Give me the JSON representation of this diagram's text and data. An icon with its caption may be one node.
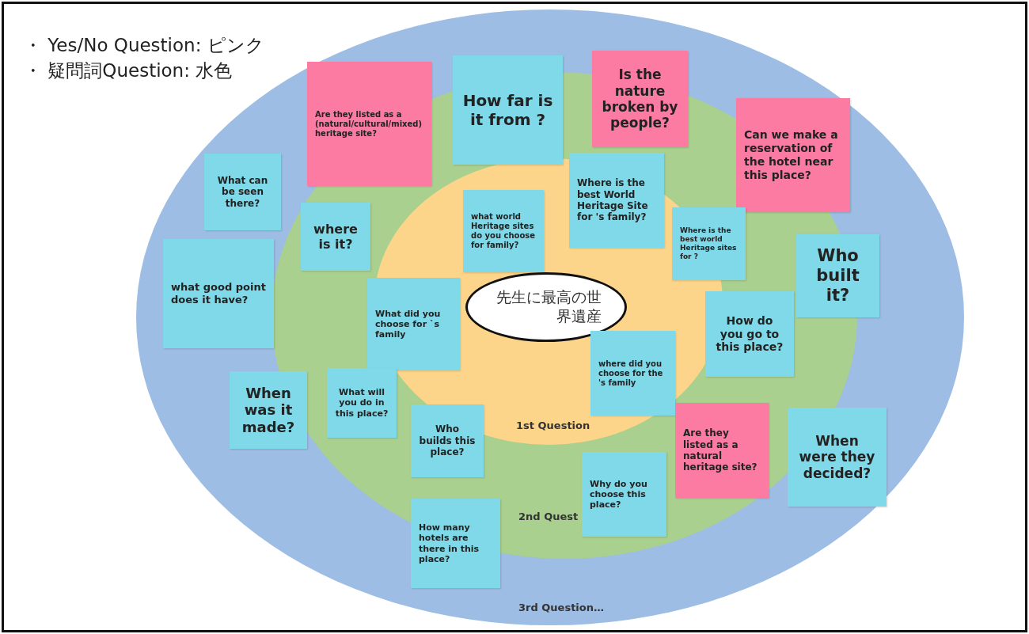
{
  "diagram": {
    "nodes": [
      {
        "text": [
          "3rd Question…"
        ]
      },
      {
        "text": [
          "2nd Quest"
        ],
        "in": 0
      },
      {
        "text": [
          "1st Question"
        ],
        "in": 1
      },
      {
        "text": [
          "先生に最高の世界遺産"
        ],
        "in": 2
      },
      {
        "text": [
          "Are they listed as a (natural/cultural/mixed) heritage site?"
        ],
        "in": 0
      },
      {
        "text": [
          "How far is it from ?"
        ],
        "in": 0
      },
      {
        "text": [
          "Is the nature broken by people?"
        ],
        "in": 0
      },
      {
        "text": [
          "Can we make a reservation of the hotel near this place?"
        ],
        "in": 1
      },
      {
        "text": [
          "What can be seen there?"
        ],
        "in": 0
      },
      {
        "text": [
          "where is it?"
        ],
        "in": 1
      },
      {
        "text": [
          "what world Heritage sites do you choose for family?"
        ],
        "in": 2
      },
      {
        "text": [
          "Where is the best World Heritage Site for 's family?"
        ],
        "in": 2
      },
      {
        "text": [
          "Where is the best world Heritage sites for ?"
        ],
        "in": 1
      },
      {
        "text": [
          "what good point does it have?"
        ],
        "in": 0
      },
      {
        "text": [
          "Who built it?"
        ],
        "in": 0
      },
      {
        "text": [
          "What did you choose for `s family"
        ],
        "in": 1
      },
      {
        "text": [
          "How do you go to this place?"
        ],
        "in": 1
      },
      {
        "text": [
          "where did you choose for the 's family"
        ],
        "in": 2
      },
      {
        "text": [
          "When was it made?"
        ],
        "in": 0
      },
      {
        "text": [
          "What will you do in this place?"
        ],
        "in": 1
      },
      {
        "text": [
          "Who builds this place?"
        ],
        "in": 1
      },
      {
        "text": [
          "Are they listed as a natural heritage site?"
        ],
        "in": 1
      },
      {
        "text": [
          "When were they decided?"
        ],
        "in": 0
      },
      {
        "text": [
          "Why do you choose this place?"
        ],
        "in": 1
      },
      {
        "text": [
          "How many hotels are there in this place?"
        ],
        "in": 0
      }
    ],
    "edges": [],
    "labels": [
      "・ Yes/No Question: ピンク",
      "・ 疑問詞Question: 水色"
    ]
  }
}
